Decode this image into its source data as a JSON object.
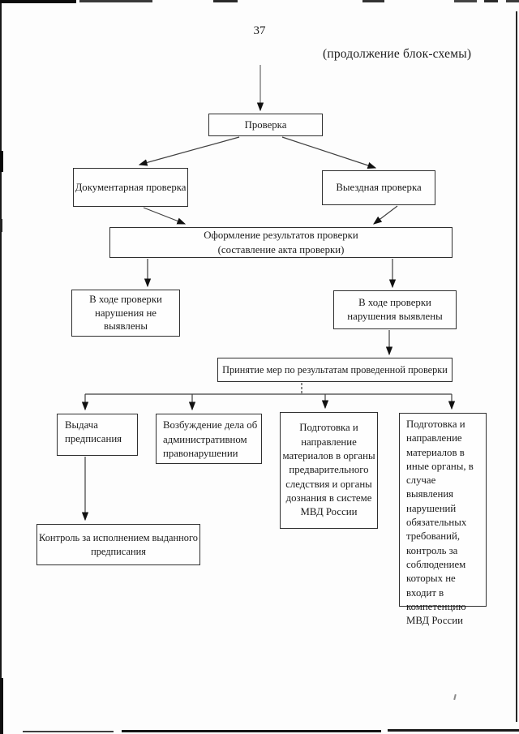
{
  "page": {
    "number": "37",
    "continuation_note": "(продолжение блок-схемы)"
  },
  "flowchart": {
    "nodes": {
      "inspection": {
        "label": "Проверка"
      },
      "documentary": {
        "label": "Документарная проверка"
      },
      "field": {
        "label": "Выездная проверка"
      },
      "registration": {
        "line1": "Оформление результатов проверки",
        "line2": "(составление акта проверки)"
      },
      "no_violations": {
        "label": "В ходе проверки нарушения не выявлены"
      },
      "violations": {
        "label": "В ходе проверки нарушения выявлены"
      },
      "measures": {
        "label": "Принятие мер по результатам проведенной проверки"
      },
      "issue_order": {
        "label": "Выдача предписания"
      },
      "admin_case": {
        "label": "Возбуждение дела об административном правонарушении"
      },
      "mvd_bodies": {
        "label": "Подготовка и направление материалов в органы предварительного следствия и органы дознания в системе МВД России"
      },
      "other_bodies": {
        "label": "Подготовка и направление материалов в иные органы, в случае выявления нарушений обязательных требований, контроль за соблюдением которых не входит в компетенцию МВД России"
      },
      "order_control": {
        "label": "Контроль за исполнением выданного предписания"
      }
    },
    "line_color": "#3f3f3f",
    "arrowhead_color": "#111111"
  }
}
